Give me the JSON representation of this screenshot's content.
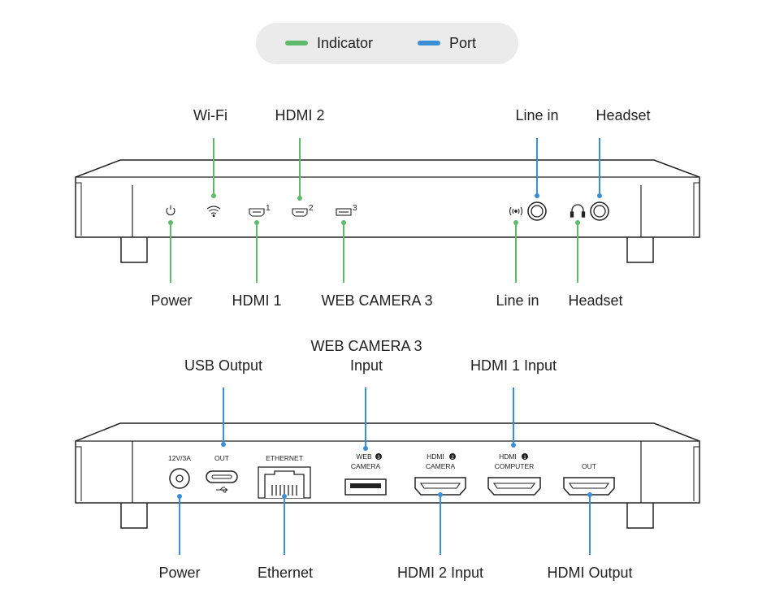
{
  "legend": {
    "indicator": {
      "label": "Indicator",
      "color": "#5dbb6b"
    },
    "port": {
      "label": "Port",
      "color": "#3a8fd6"
    }
  },
  "front": {
    "top_labels": {
      "wifi": "Wi-Fi",
      "hdmi2": "HDMI 2",
      "line_in": "Line in",
      "headset": "Headset"
    },
    "bottom_labels": {
      "power": "Power",
      "hdmi1": "HDMI 1",
      "webcam3": "WEB CAMERA 3",
      "line_in": "Line in",
      "headset": "Headset"
    },
    "icon_numbers": {
      "hdmi1": "1",
      "hdmi2": "2",
      "webcam3": "3"
    }
  },
  "rear": {
    "top_labels": {
      "usb_output": "USB Output",
      "webcam3_input_line1": "WEB CAMERA 3",
      "webcam3_input_line2": "Input",
      "hdmi1_input": "HDMI 1 Input"
    },
    "bottom_labels": {
      "power": "Power",
      "ethernet": "Ethernet",
      "hdmi2_input": "HDMI 2 Input",
      "hdmi_output": "HDMI Output"
    },
    "port_text": {
      "power": "12V/3A",
      "usb_out": "OUT",
      "ethernet": "ETHERNET",
      "web": "WEB",
      "web_camera": "CAMERA",
      "web_num": "3",
      "hdmi2": "HDMI",
      "hdmi2_camera": "CAMERA",
      "hdmi2_num": "2",
      "hdmi1": "HDMI",
      "hdmi1_computer": "COMPUTER",
      "hdmi1_num": "1",
      "hdmi_out": "OUT"
    }
  }
}
